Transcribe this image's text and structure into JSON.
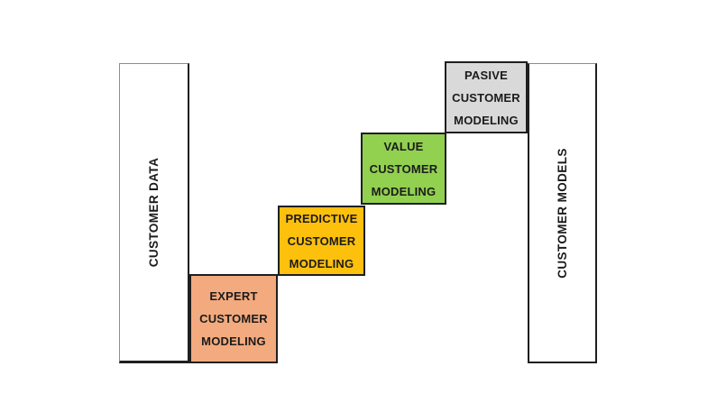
{
  "bars": {
    "left": {
      "label": "CUSTOMER DATA"
    },
    "right": {
      "label": "CUSTOMER MODELS"
    }
  },
  "steps": [
    {
      "id": "expert",
      "bg": "#F3AA7E",
      "lines": [
        "EXPERT",
        "CUSTOMER",
        "MODELING"
      ]
    },
    {
      "id": "predictive",
      "bg": "#FDC00D",
      "lines": [
        "PREDICTIVE",
        "CUSTOMER",
        "MODELING"
      ]
    },
    {
      "id": "value",
      "bg": "#92D050",
      "lines": [
        "VALUE",
        "CUSTOMER",
        "MODELING"
      ]
    },
    {
      "id": "pasive",
      "bg": "#D9D9D9",
      "lines": [
        "PASIVE",
        "CUSTOMER",
        "MODELING"
      ]
    }
  ],
  "colors": {
    "box_border": "#1f1f1f",
    "bar_border_light": "#8c8c8c",
    "background": "#FFFFFF",
    "text": "#1b1b1b"
  }
}
